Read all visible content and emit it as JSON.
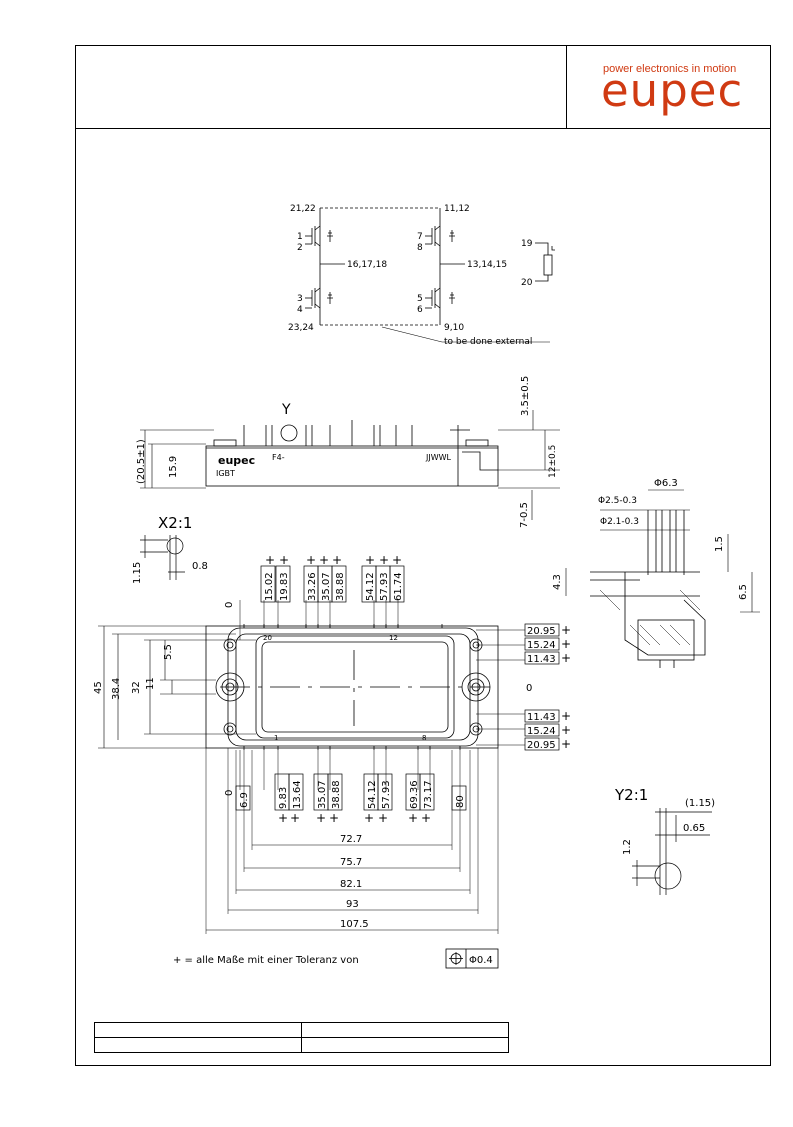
{
  "header": {
    "logo_tagline": "power electronics in motion",
    "logo_word": "eupec",
    "brand_color": "#d03a12"
  },
  "schematic": {
    "pins": {
      "p2122": "21,22",
      "p1112": "11,12",
      "p1": "1",
      "p2": "2",
      "p7": "7",
      "p8": "8",
      "p161718": "16,17,18",
      "p131415": "13,14,15",
      "p19": "19",
      "p20": "20",
      "p3": "3",
      "p4": "4",
      "p5": "5",
      "p6": "6",
      "p2324": "23,24",
      "p910": "9,10"
    },
    "note": "to be done external"
  },
  "side_view": {
    "Y": "Y",
    "d_20_5": "(20.5±1)",
    "d_15_9": "15.9",
    "d_3_5": "3.5±0.5",
    "d_12": "12±0.5",
    "d_7": "7-0.5",
    "body_brand": "eupec",
    "body_label1": "F4-",
    "body_label2": "IGBT",
    "body_label3": "JJWWL"
  },
  "pin_section": {
    "d_6_3": "Φ6.3",
    "d_2_5": "Φ2.5-0.3",
    "d_2_1": "Φ2.1-0.3",
    "d_1_5": "1.5",
    "d_4_3": "4.3",
    "d_6_5": "6.5"
  },
  "detail_x": {
    "title": "X2:1",
    "d_1_15": "1.15",
    "d_0_8": "0.8"
  },
  "detail_y": {
    "title": "Y2:1",
    "d_115": "(1.15)",
    "d_065": "0.65",
    "d_12": "1.2"
  },
  "top_view": {
    "top_dims": [
      "15.02",
      "19.83",
      "33.26",
      "35.07",
      "38.88",
      "54.12",
      "57.93",
      "61.74"
    ],
    "bot_dims": [
      "9.83",
      "13.64",
      "35.07",
      "38.88",
      "54.12",
      "57.93",
      "69.36",
      "73.17"
    ],
    "right_dims": [
      "20.95",
      "15.24",
      "11.43",
      "11.43",
      "15.24",
      "20.95"
    ],
    "left_edge": "6.9",
    "right_edge": "80",
    "zero": "0",
    "d_45": "45",
    "d_38_4": "38.4",
    "d_32": "32",
    "d_5_5": "5.5",
    "d_11": "11",
    "horiz_dims": [
      "72.7",
      "75.7",
      "82.1",
      "93",
      "107.5"
    ],
    "pin_label_20": "20",
    "pin_label_12": "12",
    "pin_label_1": "1",
    "pin_label_8": "8"
  },
  "tolerance_note": {
    "text": "+ = alle Maße mit einer Toleranz von",
    "value": "Φ0.4"
  }
}
